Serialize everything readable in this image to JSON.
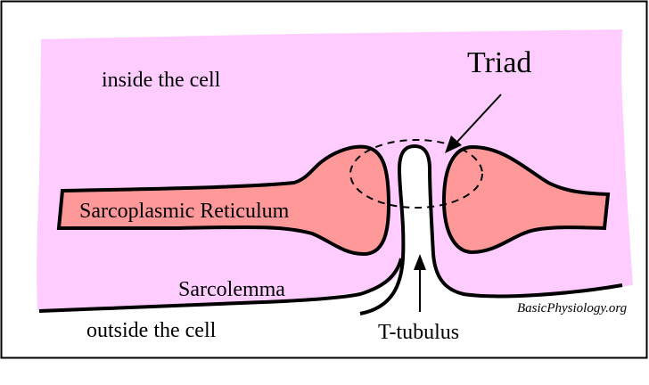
{
  "diagram": {
    "title": "Triad",
    "labels": {
      "inside": "inside the cell",
      "outside": "outside the cell",
      "sr": "Sarcoplasmic Reticulum",
      "sarcolemma": "Sarcolemma",
      "ttubule": "T-tubulus",
      "triad": "Triad"
    },
    "credit": "BasicPhysiology.org",
    "colors": {
      "cytoplasm": "#ffccff",
      "reticulum": "#ff9999",
      "outline": "#000000",
      "background": "#ffffff"
    }
  }
}
